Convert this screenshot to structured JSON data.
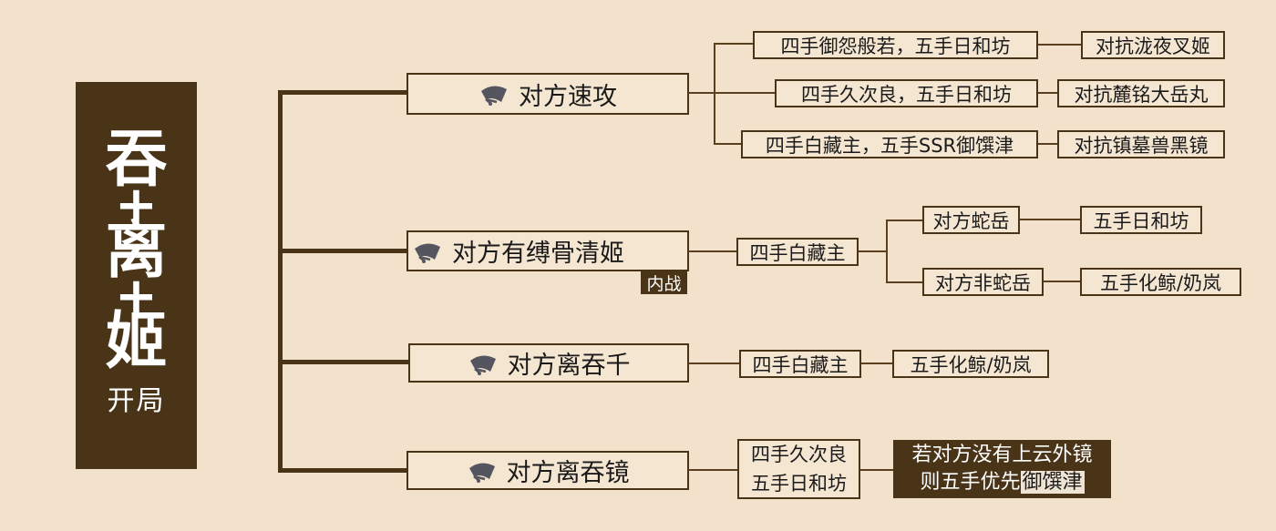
{
  "title": {
    "chars": [
      "吞",
      "+",
      "离",
      "+",
      "姬"
    ],
    "subtitle": "开局"
  },
  "colors": {
    "background": "#f2e2cc",
    "accent": "#4a3418",
    "box_fill": "#f5e6d1",
    "icon": "#555560"
  },
  "branches": [
    {
      "label": "对方速攻",
      "icon": "folding-fan-icon",
      "children": [
        {
          "label": "四手御怨般若，五手日和坊",
          "result": "对抗泷夜叉姬"
        },
        {
          "label": "四手久次良，五手日和坊",
          "result": "对抗麓铭大岳丸"
        },
        {
          "label": "四手白藏主，五手SSR御馔津",
          "result": "对抗镇墓兽黑镜"
        }
      ]
    },
    {
      "label": "对方有缚骨清姬",
      "icon": "folding-fan-icon",
      "badge": "内战",
      "child": "四手白藏主",
      "subchildren": [
        {
          "label": "对方蛇岳",
          "result": "五手日和坊"
        },
        {
          "label": "对方非蛇岳",
          "result": "五手化鲸/奶岚"
        }
      ]
    },
    {
      "label": "对方离吞千",
      "icon": "folding-fan-icon",
      "child": "四手白藏主",
      "result": "五手化鲸/奶岚"
    },
    {
      "label": "对方离吞镜",
      "icon": "folding-fan-icon",
      "child_lines": [
        "四手久次良",
        "五手日和坊"
      ],
      "note": {
        "line1": "若对方没有上云外镜",
        "line2_prefix": "则五手优先",
        "line2_highlight": "御馔津"
      }
    }
  ]
}
